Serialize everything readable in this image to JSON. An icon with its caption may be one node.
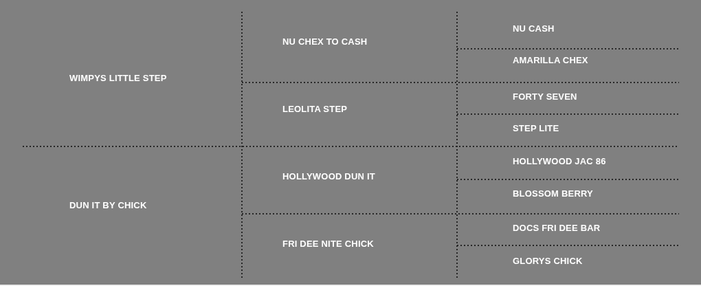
{
  "diagram": {
    "labels": [
      "WIMPYS LITTLE STEP",
      "NU CHEX TO CASH",
      "NU CASH",
      "AMARILLA CHEX",
      "LEOLITA STEP",
      "FORTY SEVEN",
      "STEP LITE",
      "DUN IT BY CHICK",
      "HOLLYWOOD DUN IT",
      "HOLLYWOOD JAC 86",
      "BLOSSOM BERRY",
      "FRI DEE NITE CHICK",
      "DOCS FRI DEE BAR",
      "GLORYS CHICK"
    ]
  }
}
